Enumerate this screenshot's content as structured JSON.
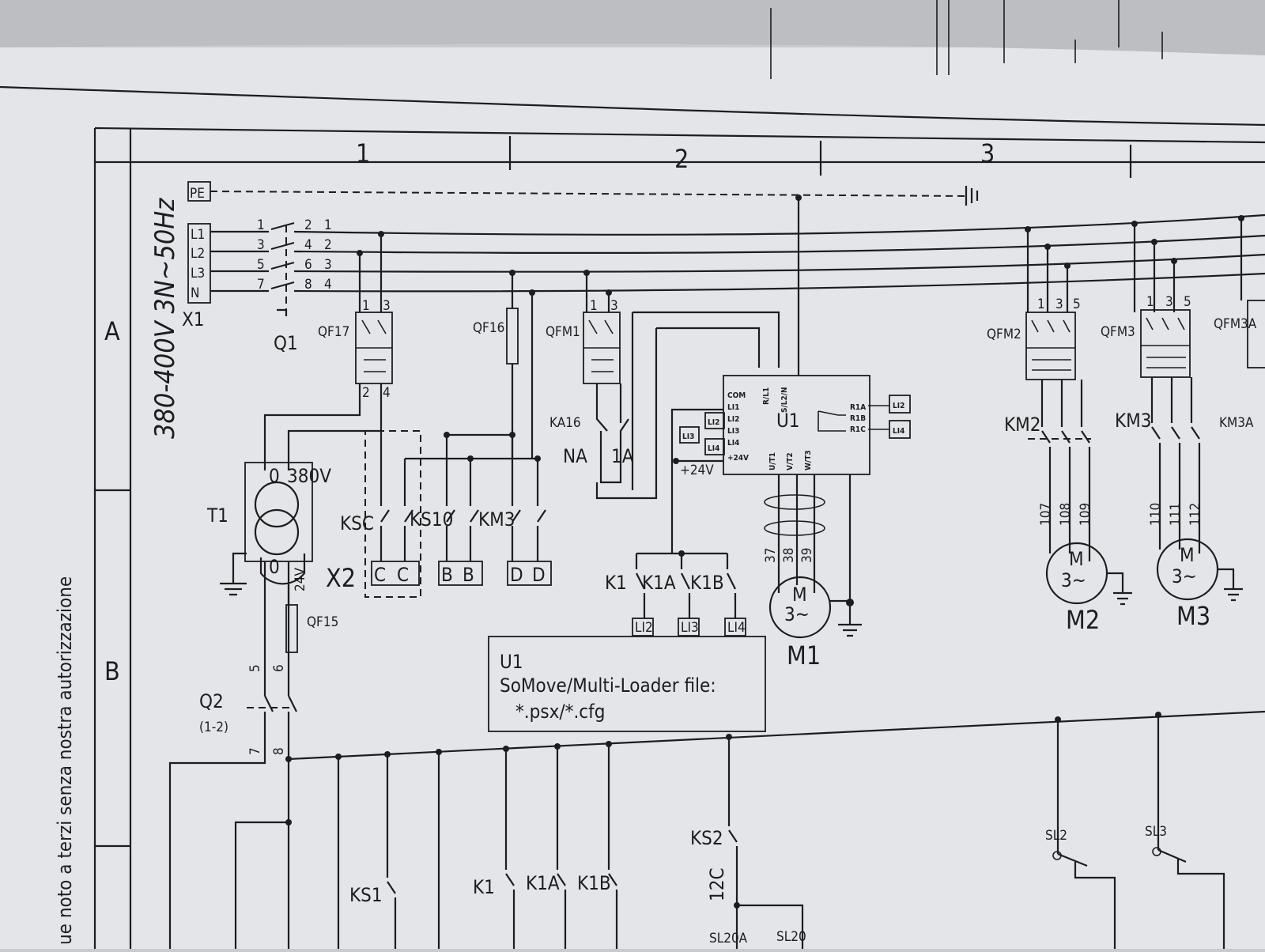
{
  "header": {
    "columns": [
      "1",
      "2",
      "3"
    ],
    "rows": [
      "A",
      "B"
    ]
  },
  "margin_note": "ue noto a terzi senza nostra autorizzazione",
  "supply": {
    "voltage": "380-400V 3N~50Hz",
    "terminal_block": "X1",
    "terminals": [
      "PE",
      "L1",
      "L2",
      "L3",
      "N"
    ],
    "main_switch": "Q1",
    "switch_pins": [
      "1",
      "2",
      "3",
      "4",
      "5",
      "6",
      "7",
      "8"
    ]
  },
  "breakers": {
    "qf17": "QF17",
    "qf16": "QF16",
    "qfm1": "QFM1",
    "qfm2": "QFM2",
    "qfm3": "QFM3",
    "qfm3a": "QFM3A",
    "qf15": "QF15"
  },
  "transformer": {
    "name": "T1",
    "primary_0": "0",
    "primary_v": "380V",
    "secondary_0": "0",
    "secondary_v": "24V"
  },
  "contacts": {
    "ka16": "KA16",
    "ka16_na": "NA",
    "ka16_1a": "1A",
    "ksc": "KSC",
    "ks10": "KS10",
    "km3": "KM3",
    "km2": "KM2",
    "km3b": "KM3",
    "km3a": "KM3A",
    "k1": "K1",
    "k1a": "K1A",
    "k1b": "K1B",
    "q2": "Q2",
    "q2_ref": "(1-2)",
    "ks1": "KS1",
    "k1_b": "K1",
    "k1a_b": "K1A",
    "k1b_b": "K1B",
    "ks2": "KS2",
    "ks2_ref": "12C",
    "sl2": "SL2",
    "sl3": "SL3",
    "sl20a": "SL20A",
    "sl20": "SL20"
  },
  "connector_x2": {
    "name": "X2",
    "pins": [
      "C",
      "C",
      "B",
      "B",
      "D",
      "D"
    ]
  },
  "drive": {
    "name": "U1",
    "terminals_left": [
      "COM",
      "LI1",
      "LI2",
      "LI3",
      "LI4",
      "+24V"
    ],
    "terminals_top": [
      "R/L1",
      "S/L2/N"
    ],
    "terminals_bottom": [
      "U/T1",
      "V/T2",
      "W/T3"
    ],
    "relay": [
      "R1A",
      "R1B",
      "R1C"
    ],
    "plus24": "+24V",
    "tags": [
      "LI2",
      "LI3",
      "LI4",
      "LI2",
      "LI3",
      "LI4"
    ]
  },
  "motors": {
    "m1": {
      "name": "M1",
      "symbol": "M",
      "phase": "3~",
      "wires": [
        "37",
        "38",
        "39"
      ]
    },
    "m2": {
      "name": "M2",
      "symbol": "M",
      "phase": "3~",
      "wires": [
        "107",
        "108",
        "109"
      ]
    },
    "m3": {
      "name": "M3",
      "symbol": "M",
      "phase": "3~",
      "wires": [
        "110",
        "111",
        "112"
      ]
    }
  },
  "note_box": {
    "title": "U1",
    "line1": "SoMove/Multi-Loader file:",
    "line2": "*.psx/*.cfg"
  },
  "pins": {
    "p1": "1",
    "p2": "2",
    "p3": "3",
    "p4": "4",
    "p5": "5",
    "p6": "6",
    "p7": "7",
    "p8": "8"
  }
}
